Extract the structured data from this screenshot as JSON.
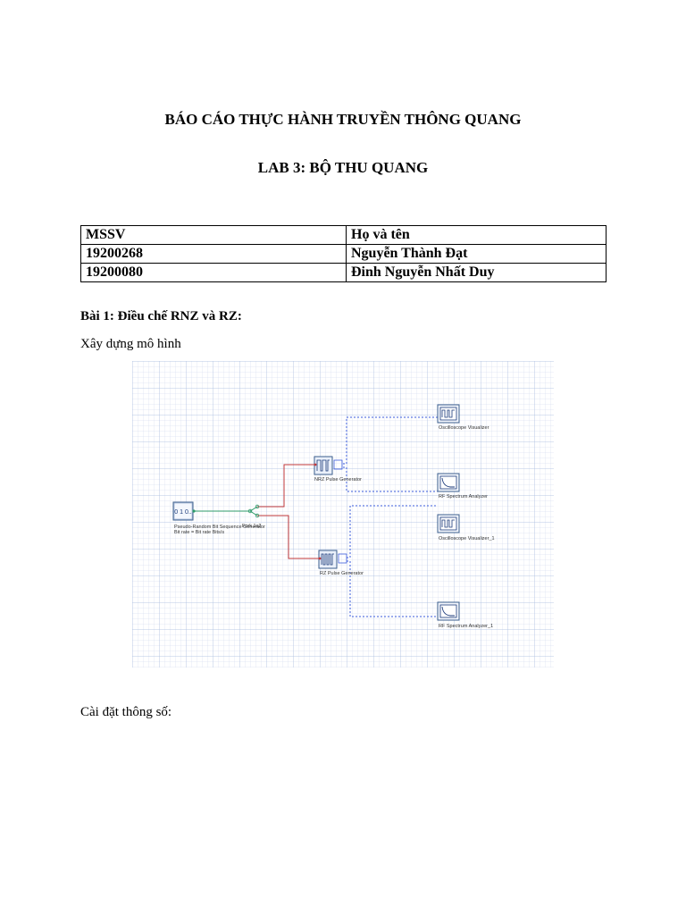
{
  "header": {
    "title": "BÁO CÁO THỰC HÀNH TRUYỀN THÔNG QUANG",
    "subtitle": "LAB 3: BỘ THU QUANG"
  },
  "table": {
    "headers": [
      "MSSV",
      "Họ và tên"
    ],
    "rows": [
      [
        "19200268",
        "Nguyễn Thành Đạt"
      ],
      [
        "19200080",
        "Đinh Nguyễn Nhất Duy"
      ]
    ]
  },
  "section1": {
    "heading": "Bài 1: Điều chế RNZ và RZ:",
    "build_text": "Xây dựng mô hình",
    "settings_text": "Cài đặt thông số:"
  },
  "diagram": {
    "prbs_icon": "0 1 0..",
    "prbs_label": "Pseudo-Random Bit Sequence Generator",
    "prbs_sublabel": "Bit rate = Bit rate  Bits/s",
    "fork_label": "Fork 1x2",
    "nrz_label": "NRZ Pulse Generator",
    "rz_label": "RZ Pulse Generator",
    "osc1_label": "Oscilloscope Visualizer",
    "rf1_label": "RF Spectrum Analyzer",
    "osc2_label": "Oscilloscope Visualizer_1",
    "rf2_label": "RF Spectrum Analyzer_1",
    "colors": {
      "grid": "#c9d6ec",
      "grid_major": "#a9bde0",
      "electrical": "#c0393b",
      "binary": "#2d9a6a",
      "visual": "#3b5bdb",
      "component_border": "#3a5c8c"
    }
  }
}
